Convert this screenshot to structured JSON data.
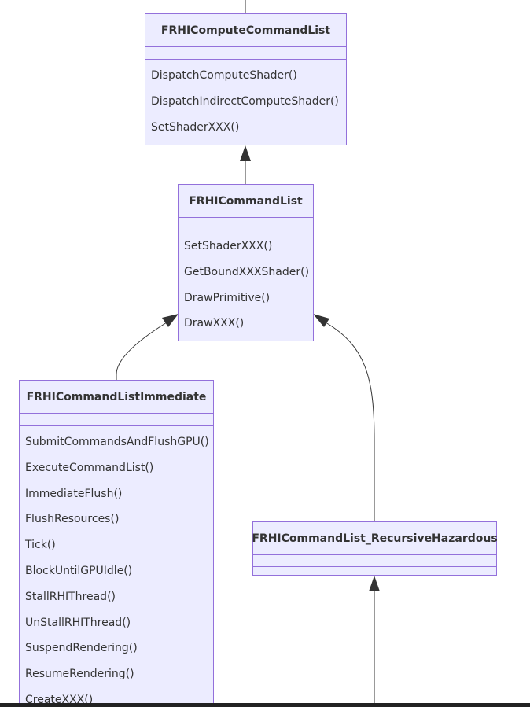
{
  "diagram": {
    "classes": {
      "compute": {
        "name": "FRHIComputeCommandList",
        "methods": [
          "DispatchComputeShader()",
          "DispatchIndirectComputeShader()",
          "SetShaderXXX()"
        ]
      },
      "command_list": {
        "name": "FRHICommandList",
        "methods": [
          "SetShaderXXX()",
          "GetBoundXXXShader()",
          "DrawPrimitive()",
          "DrawXXX()"
        ]
      },
      "immediate": {
        "name": "FRHICommandListImmediate",
        "methods": [
          "SubmitCommandsAndFlushGPU()",
          "ExecuteCommandList()",
          "ImmediateFlush()",
          "FlushResources()",
          "Tick()",
          "BlockUntilGPUIdle()",
          "StallRHIThread()",
          "UnStallRHIThread()",
          "SuspendRendering()",
          "ResumeRendering()",
          "CreateXXX()"
        ]
      },
      "recursive": {
        "name": "FRHICommandList_RecursiveHazardous",
        "methods": []
      }
    },
    "relations": [
      {
        "from": "FRHICommandList",
        "to": "FRHIComputeCommandList",
        "type": "inheritance"
      },
      {
        "from": "FRHICommandListImmediate",
        "to": "FRHICommandList",
        "type": "inheritance"
      },
      {
        "from": "FRHICommandList_RecursiveHazardous",
        "to": "FRHICommandList",
        "type": "inheritance"
      }
    ]
  },
  "colors": {
    "box_fill": "#ECECFF",
    "box_border": "#9370DB",
    "edge": "#333333",
    "text": "#333333"
  }
}
